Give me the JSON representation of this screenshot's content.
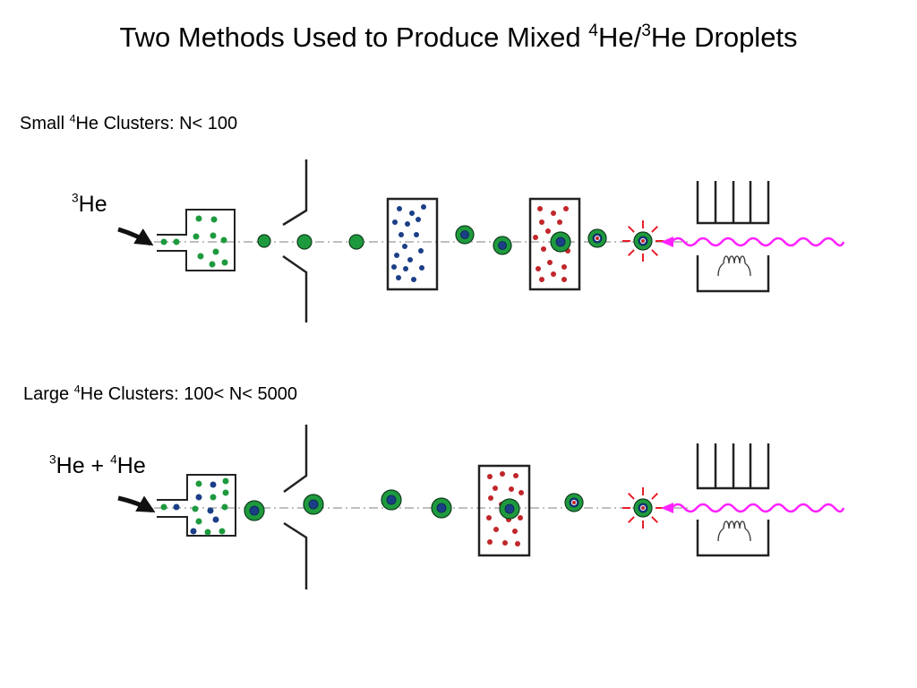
{
  "title": {
    "pre": "Two Methods Used to Produce Mixed ",
    "sup1": "4",
    "mid": "He/",
    "sup2": "3",
    "post": "He Droplets"
  },
  "section1": {
    "pre": "Small ",
    "sup": "4",
    "post": "He Clusters: N< 100",
    "inlet": {
      "sup": "3",
      "text": "He"
    }
  },
  "section2": {
    "pre": "Large ",
    "sup": "4",
    "post": "He Clusters: 100< N< 5000",
    "inlet": {
      "sup1": "3",
      "mid": "He + ",
      "sup2": "4",
      "text": "He"
    }
  },
  "colors": {
    "helium4": "#1e9a3e",
    "helium3": "#1b3f87",
    "dopant": "#c0262a",
    "laser": "#ff22ff",
    "flash": "#e8202a",
    "axis": "#aaaaaa"
  }
}
